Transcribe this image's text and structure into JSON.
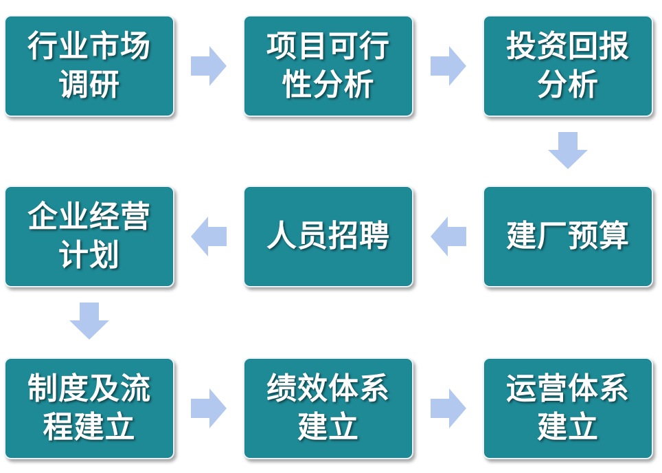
{
  "colors": {
    "box_fill": "#1e8a96",
    "arrow_fill": "#b3c8ef",
    "text": "#ffffff"
  },
  "steps": [
    {
      "label": "行业市场调研"
    },
    {
      "label": "项目可行性分析"
    },
    {
      "label": "投资回报分析"
    },
    {
      "label": "建厂预算"
    },
    {
      "label": "人员招聘"
    },
    {
      "label": "企业经营计划"
    },
    {
      "label": "制度及流程建立"
    },
    {
      "label": "绩效体系建立"
    },
    {
      "label": "运营体系建立"
    }
  ],
  "arrows": [
    {
      "direction": "right"
    },
    {
      "direction": "right"
    },
    {
      "direction": "down"
    },
    {
      "direction": "left"
    },
    {
      "direction": "left"
    },
    {
      "direction": "down"
    },
    {
      "direction": "right"
    },
    {
      "direction": "right"
    }
  ]
}
